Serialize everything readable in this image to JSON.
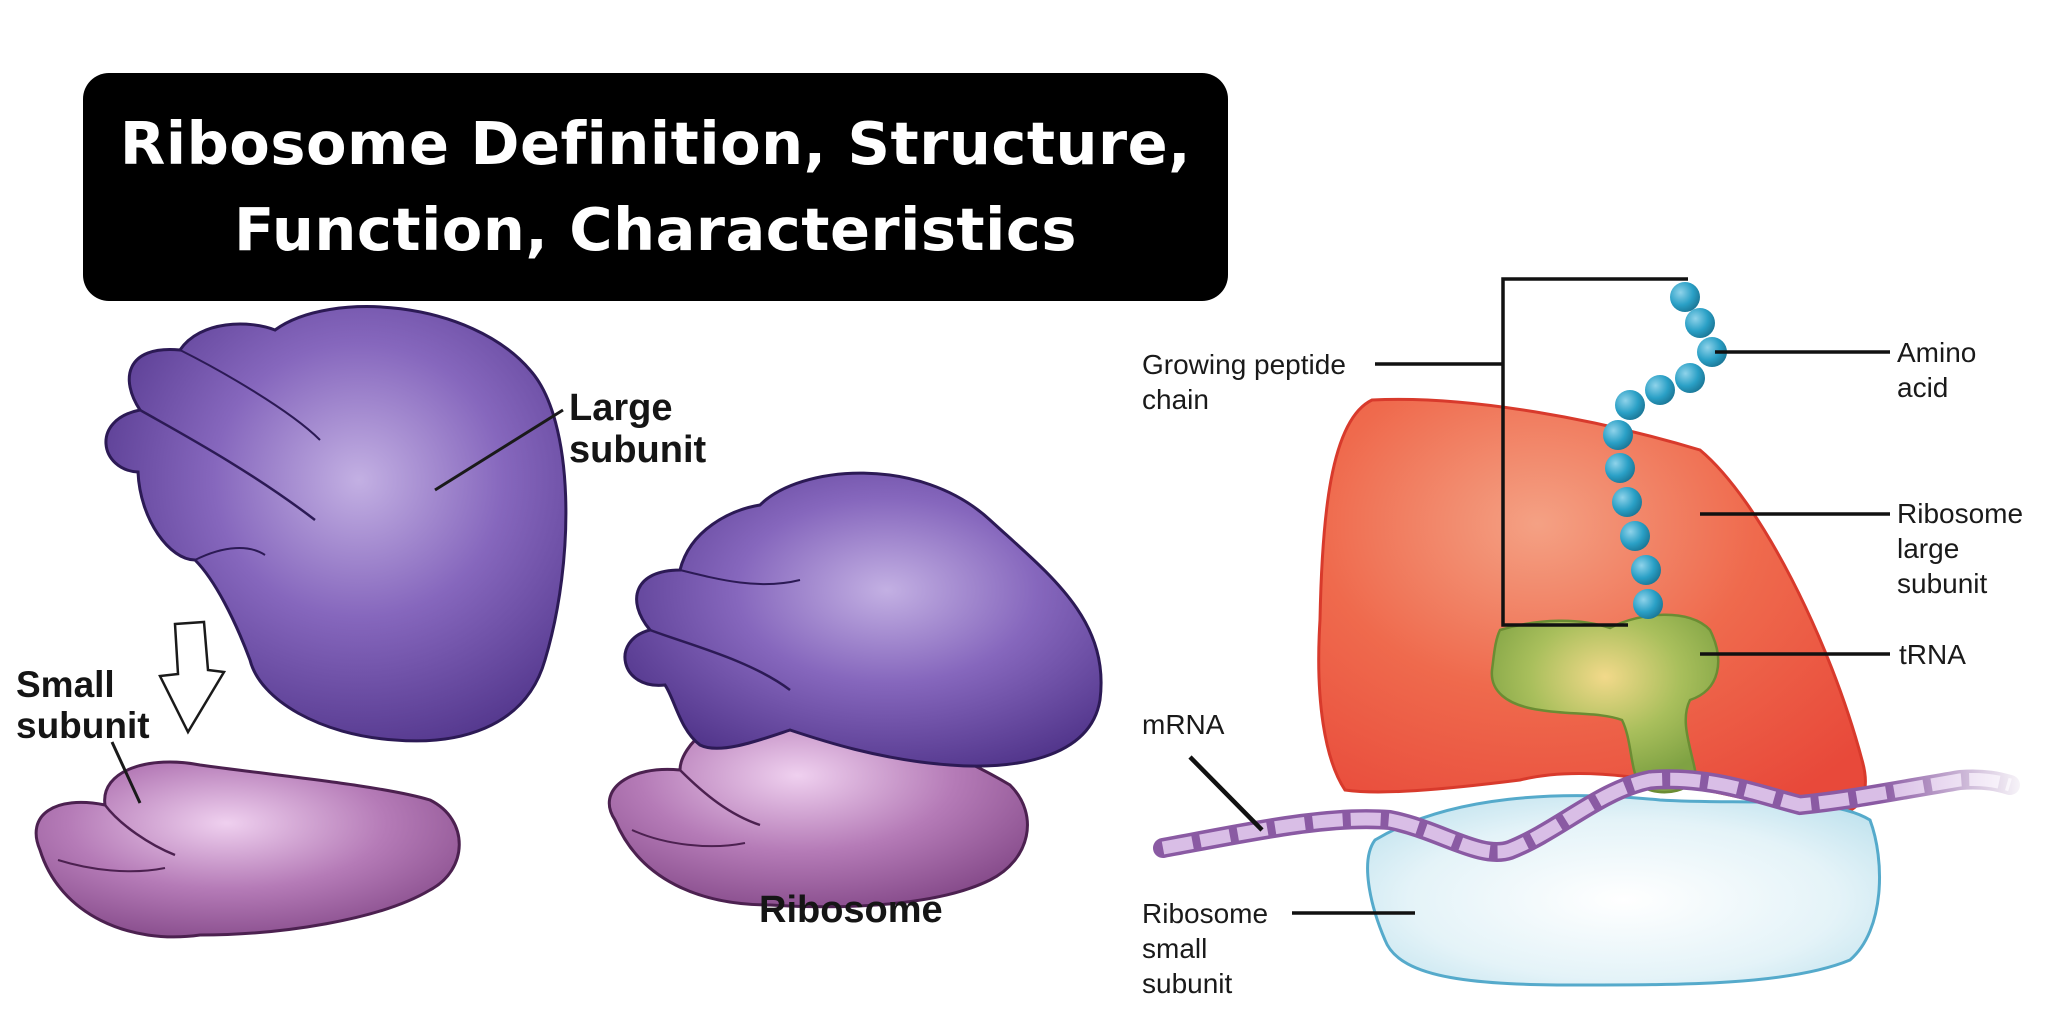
{
  "title": {
    "line1": "Ribosome Definition, Structure,",
    "line2": "Function, Characteristics"
  },
  "left_diagram": {
    "large_subunit": [
      "Large",
      "subunit"
    ],
    "small_subunit": [
      "Small",
      "subunit"
    ],
    "ribosome": "Ribosome"
  },
  "right_diagram": {
    "growing_peptide_chain": [
      "Growing peptide",
      "chain"
    ],
    "amino_acid": [
      "Amino",
      "acid"
    ],
    "ribosome_large_subunit": [
      "Ribosome",
      "large",
      "subunit"
    ],
    "trna": "tRNA",
    "mrna": "mRNA",
    "ribosome_small_subunit": [
      "Ribosome",
      "small",
      "subunit"
    ]
  },
  "colors": {
    "title_bg": "#000000",
    "large_subunit": "#6a4aa3",
    "small_subunit": "#a768a9",
    "ribosome_large_red": "#ef5a42",
    "ribosome_small_blue": "#cfe9f3",
    "trna_green": "#8cae4a",
    "amino_acid_blue": "#2a9fc4",
    "mrna_purple": "#b78cc7"
  }
}
